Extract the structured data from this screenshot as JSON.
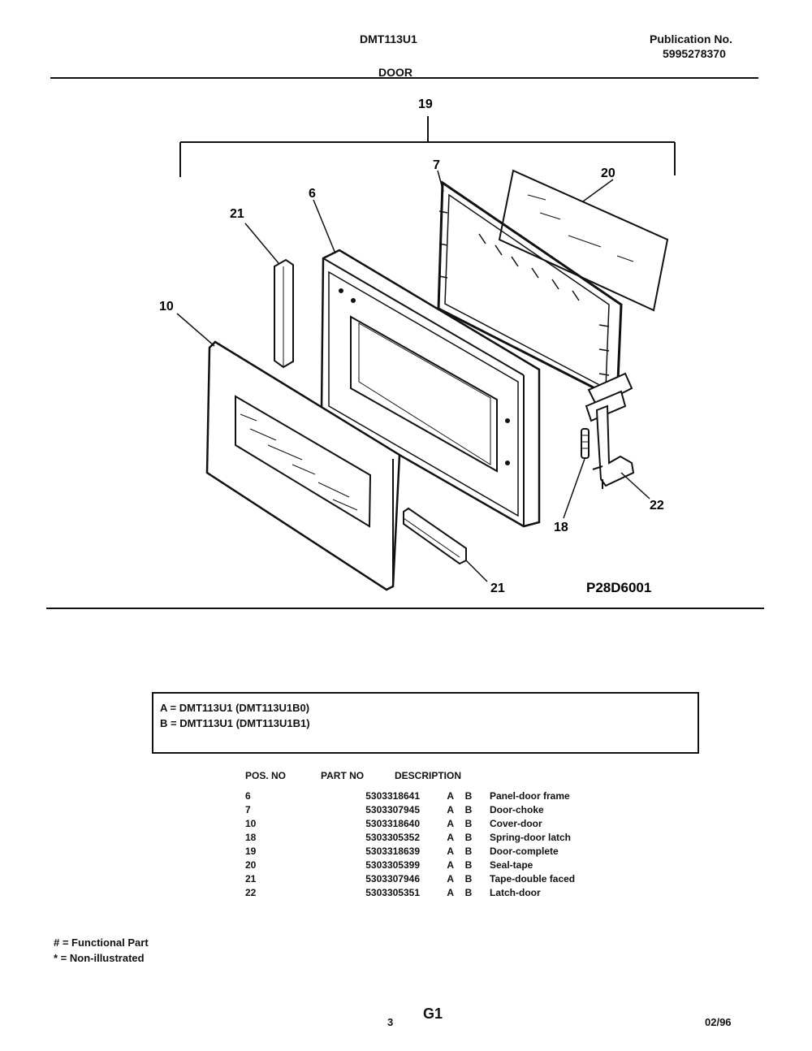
{
  "header": {
    "model": "DMT113U1",
    "publication_label": "Publication No.",
    "publication_number": "5995278370",
    "section": "DOOR"
  },
  "diagram": {
    "callouts": {
      "c19": "19",
      "c7": "7",
      "c20": "20",
      "c6": "6",
      "c21_top": "21",
      "c10": "10",
      "c22": "22",
      "c18": "18",
      "c21_bottom": "21"
    },
    "drawing_id": "P28D6001"
  },
  "legend": {
    "line_a": "A = DMT113U1 (DMT113U1B0)",
    "line_b": "B = DMT113U1 (DMT113U1B1)"
  },
  "parts_table": {
    "headers": {
      "pos": "POS. NO",
      "part": "PART NO",
      "desc": "DESCRIPTION"
    },
    "rows": [
      {
        "pos": "6",
        "part": "5303318641",
        "a": "A",
        "b": "B",
        "desc": "Panel-door frame"
      },
      {
        "pos": "7",
        "part": "5303307945",
        "a": "A",
        "b": "B",
        "desc": "Door-choke"
      },
      {
        "pos": "10",
        "part": "5303318640",
        "a": "A",
        "b": "B",
        "desc": "Cover-door"
      },
      {
        "pos": "18",
        "part": "5303305352",
        "a": "A",
        "b": "B",
        "desc": "Spring-door latch"
      },
      {
        "pos": "19",
        "part": "5303318639",
        "a": "A",
        "b": "B",
        "desc": "Door-complete"
      },
      {
        "pos": "20",
        "part": "5303305399",
        "a": "A",
        "b": "B",
        "desc": "Seal-tape"
      },
      {
        "pos": "21",
        "part": "5303307946",
        "a": "A",
        "b": "B",
        "desc": "Tape-double faced"
      },
      {
        "pos": "22",
        "part": "5303305351",
        "a": "A",
        "b": "B",
        "desc": "Latch-door"
      }
    ]
  },
  "footnotes": {
    "functional": "# = Functional Part",
    "non_illustrated": "* = Non-illustrated"
  },
  "footer": {
    "page_number": "3",
    "page_code": "G1",
    "date": "02/96"
  }
}
